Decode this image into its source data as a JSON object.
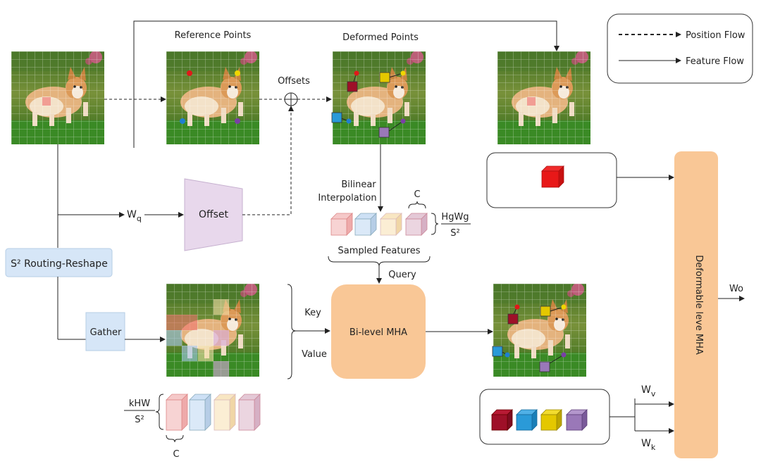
{
  "labels": {
    "reference_points": "Reference Points",
    "deformed_points": "Deformed Points",
    "offsets": "Offsets",
    "wq_main": "W",
    "wq_sub": "q",
    "offset_block": "Offset",
    "routing_reshape": "S² Routing-Reshape",
    "gather": "Gather",
    "bilinear_line1": "Bilinear",
    "bilinear_line2": "Interpolation",
    "c_top": "C",
    "hgwg_num": "HgWg",
    "hgwg_den": "S²",
    "sampled_features": "Sampled Features",
    "query": "Query",
    "key": "Key",
    "value": "Value",
    "bilevel_mha": "Bi-level MHA",
    "deformable_mha": "Deformable leve MHA",
    "wo": "Wo",
    "wv_main": "W",
    "wv_sub": "v",
    "wk_main": "W",
    "wk_sub": "k",
    "khw_num": "kHW",
    "khw_den": "S²",
    "c_bottom": "C"
  },
  "legend": {
    "position_flow": "Position Flow",
    "feature_flow": "Feature Flow"
  },
  "colors": {
    "mha_orange": "#f9c796",
    "offset_purple": "#e8d8ec",
    "routing_blue": "#d6e6f7",
    "ref_red": "#e01919",
    "ref_yellow": "#f0d600",
    "ref_blue": "#1f7fd0",
    "ref_purple": "#7a3fa6",
    "cube_darkred": "#9e1028",
    "cube_blue": "#2a9ad8",
    "cube_yellow": "#e4c800",
    "cube_purple": "#9a78b8"
  }
}
